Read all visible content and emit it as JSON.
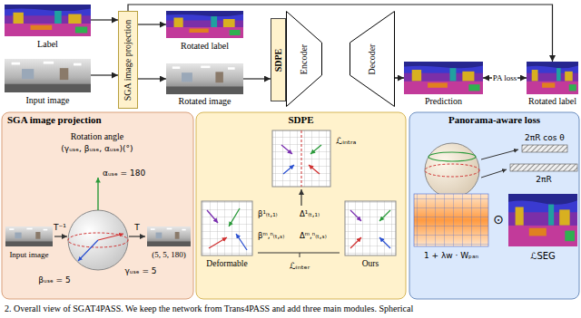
{
  "diagram": {
    "caption": "2. Overall view of SGAT4PASS. We keep the network from Trans4PASS and add three main modules. Spherical",
    "nodes": [
      {
        "text": [
          "Label"
        ]
      },
      {
        "text": [
          "Input image"
        ]
      },
      {
        "text": [
          "SGA image projection"
        ]
      },
      {
        "text": [
          "Rotated label"
        ]
      },
      {
        "text": [
          "Rotated image"
        ]
      },
      {
        "text": [
          "SDPE"
        ]
      },
      {
        "text": [
          "Encoder"
        ]
      },
      {
        "text": [
          "Decoder"
        ]
      },
      {
        "text": [
          "Prediction"
        ]
      },
      {
        "text": [
          "Rotated label"
        ]
      },
      {
        "text": [
          "SGA image projection"
        ]
      },
      {
        "text": [
          "SDPE"
        ]
      },
      {
        "text": [
          "Panorama-aware loss"
        ]
      }
    ],
    "edges": [
      {
        "from": 0,
        "to": 2,
        "arrow": "to"
      },
      {
        "from": 1,
        "to": 2,
        "arrow": "to"
      },
      {
        "from": 2,
        "to": 3,
        "arrow": "to"
      },
      {
        "from": 2,
        "to": 4,
        "arrow": "to"
      },
      {
        "from": 2,
        "to": 9,
        "arrow": "to"
      },
      {
        "from": 4,
        "to": 5,
        "arrow": "to"
      },
      {
        "from": 7,
        "to": 8,
        "arrow": "to"
      },
      {
        "from": 8,
        "to": 9,
        "label": "PA loss",
        "arrow": "both"
      }
    ],
    "labels": [
      "Rotation angle",
      "(γᵤₛₑ, βᵤₛₑ, αᵤₛₑ)(°)",
      "αᵤₛₑ = 180",
      "T⁻¹",
      "T",
      "Input image",
      "βᵤₛₑ = 5",
      "γᵤₛₑ = 5",
      "(5, 5, 180)",
      "ℒᵢₙₜᵣₐ",
      "Deformable",
      "β¹₍ₜ,₁₎",
      "Δ¹₍ₜ,₁₎",
      "βᵐ,ⁿ₍ₜ,ₛ₎",
      "Δᵐ,ⁿ₍ₜ,ₛ₎",
      "ℒᵢₙₜₑᵣ",
      "Ours",
      "2πR cos θ",
      "2πR",
      "1 + λw · Wₚₐₙ",
      "⊙",
      "ℒSEG"
    ]
  }
}
